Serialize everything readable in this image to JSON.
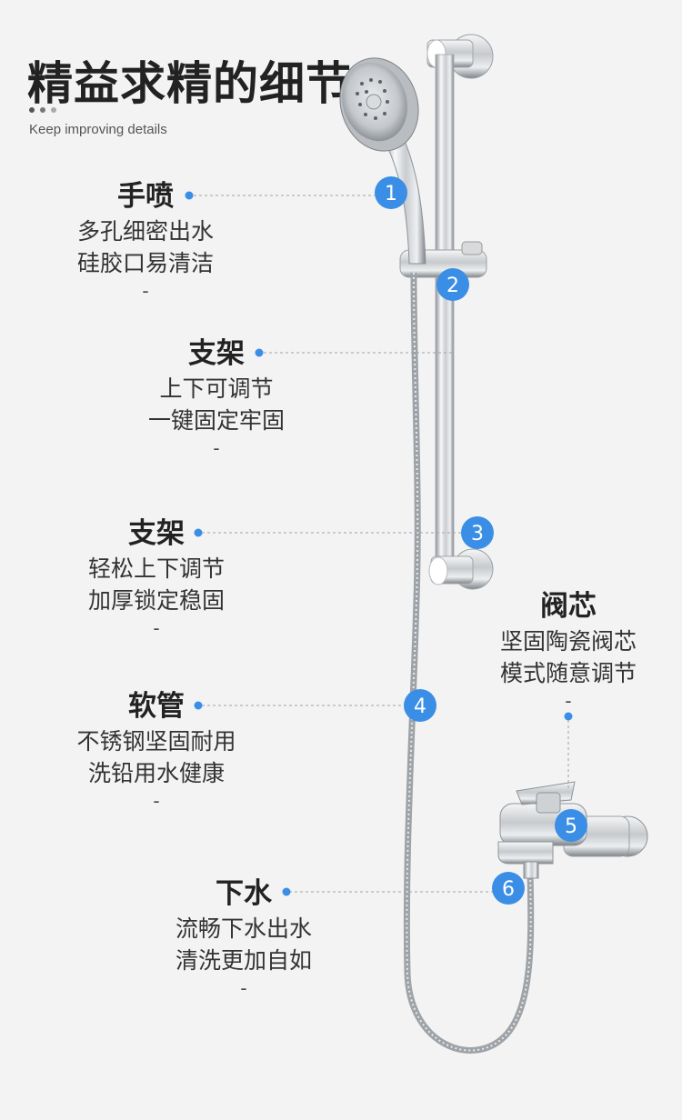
{
  "header": {
    "title": "精益求精的细节",
    "subtitle": "Keep improving details",
    "dot_colors": [
      "#555555",
      "#777777",
      "#aaaaaa"
    ]
  },
  "accent_color": "#3a8ee6",
  "features": [
    {
      "number": "1",
      "title": "手喷",
      "lines": [
        "多孔细密出水",
        "硅胶口易清洁"
      ],
      "dash": "-"
    },
    {
      "number": "2",
      "title": "支架",
      "lines": [
        "上下可调节",
        "一键固定牢固"
      ],
      "dash": "-"
    },
    {
      "number": "3",
      "title": "支架",
      "lines": [
        "轻松上下调节",
        "加厚锁定稳固"
      ],
      "dash": "-"
    },
    {
      "number": "4",
      "title": "软管",
      "lines": [
        "不锈钢坚固耐用",
        "洗铅用水健康"
      ],
      "dash": "-"
    },
    {
      "number": "5",
      "title": "阀芯",
      "lines": [
        "坚固陶瓷阀芯",
        "模式随意调节"
      ],
      "dash": "-"
    },
    {
      "number": "6",
      "title": "下水",
      "lines": [
        "流畅下水出水",
        "清洗更加自如"
      ],
      "dash": "-"
    }
  ],
  "icons": [
    "shower-head-icon",
    "slide-bar-icon",
    "faucet-icon",
    "hose-icon"
  ]
}
